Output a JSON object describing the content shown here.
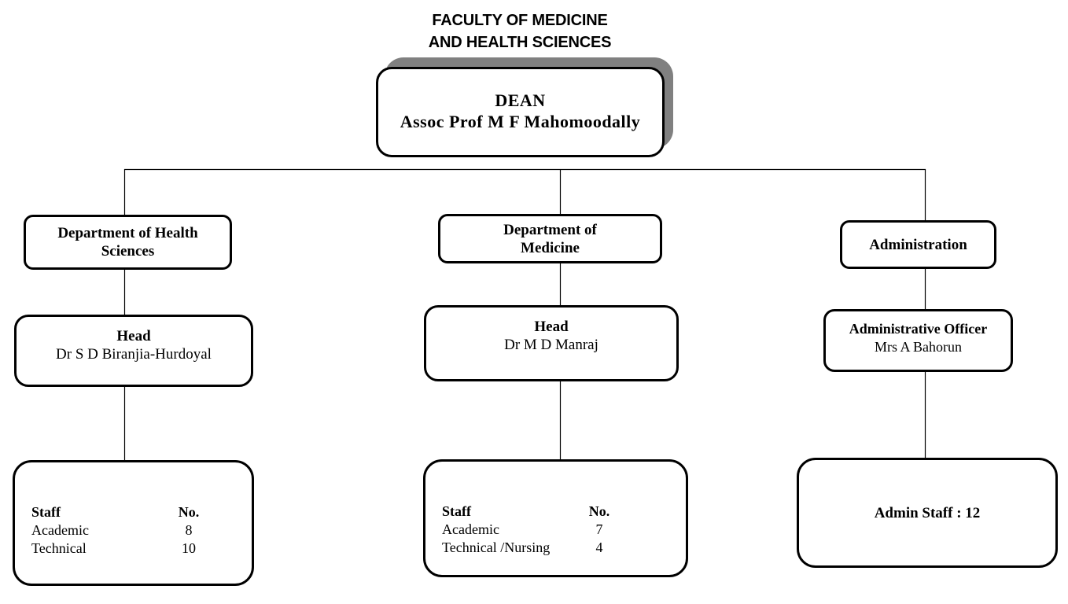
{
  "title": {
    "line1": "FACULTY OF MEDICINE",
    "line2": "AND HEALTH SCIENCES"
  },
  "dean": {
    "role": "DEAN",
    "name": "Assoc Prof M F Mahomoodally"
  },
  "branches": [
    {
      "department_line1": "Department of Health",
      "department_line2": "Sciences",
      "leader_role": "Head",
      "leader_name": "Dr S D Biranjia-Hurdoyal",
      "staff": {
        "header_label": "Staff",
        "header_no": "No.",
        "rows": [
          {
            "category": "Academic",
            "count": "8"
          },
          {
            "category": "Technical",
            "count": "10"
          }
        ]
      }
    },
    {
      "department_line1": "Department of",
      "department_line2": "Medicine",
      "leader_role": "Head",
      "leader_name": "Dr M D Manraj",
      "staff": {
        "header_label": "Staff",
        "header_no": "No.",
        "rows": [
          {
            "category": "Academic",
            "count": "7"
          },
          {
            "category": "Technical /Nursing",
            "count": "4"
          }
        ]
      }
    },
    {
      "department_line1": "Administration",
      "department_line2": "",
      "leader_role": "Administrative Officer",
      "leader_name": "Mrs A Bahorun",
      "staff_summary": "Admin Staff : 12"
    }
  ],
  "colors": {
    "box_border": "#000000",
    "box_fill": "#ffffff",
    "dean_shadow": "#808080",
    "connector": "#000000",
    "text": "#000000"
  }
}
